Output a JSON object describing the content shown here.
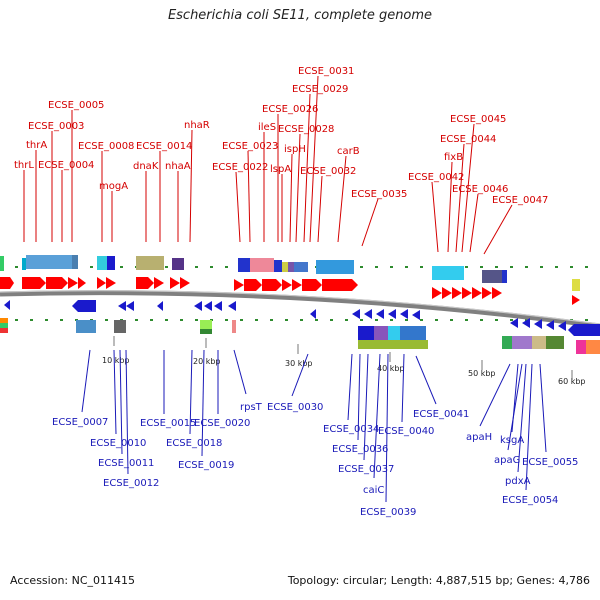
{
  "title": "Escherichia coli SE11, complete genome",
  "footer": {
    "accession": "Accession: NC_011415",
    "summary": "Topology: circular; Length: 4,887,515 bp; Genes: 4,786"
  },
  "colors": {
    "forward": "#ff0000",
    "reverse": "#1a1acc",
    "backbone": "#888888",
    "label_top": "#d40000",
    "label_bottom": "#1a1ab8"
  },
  "scale_ticks": [
    "10 kbp",
    "20 kbp",
    "30 kbp",
    "40 kbp",
    "50 kbp",
    "60 kbp"
  ],
  "top_labels": [
    "thrL",
    "thrA",
    "ECSE_0003",
    "ECSE_0004",
    "ECSE_0005",
    "ECSE_0008",
    "mogA",
    "dnaK",
    "ECSE_0014",
    "nhaA",
    "nhaR",
    "ECSE_0022",
    "ECSE_0023",
    "ileS",
    "ECSE_0026",
    "lspA",
    "ispH",
    "ECSE_0028",
    "ECSE_0029",
    "ECSE_0031",
    "ECSE_0032",
    "carB",
    "ECSE_0035",
    "ECSE_0042",
    "fixB",
    "ECSE_0044",
    "ECSE_0045",
    "ECSE_0046",
    "ECSE_0047"
  ],
  "bottom_labels": [
    "ECSE_0007",
    "ECSE_0010",
    "ECSE_0011",
    "ECSE_0012",
    "ECSE_0015",
    "ECSE_0018",
    "ECSE_0019",
    "ECSE_0020",
    "rpsT",
    "ECSE_0030",
    "ECSE_0034",
    "ECSE_0036",
    "ECSE_0037",
    "caiC",
    "ECSE_0039",
    "ECSE_0040",
    "ECSE_0041",
    "apaH",
    "ksgA",
    "apaG",
    "pdxA",
    "ECSE_0054",
    "ECSE_0055"
  ]
}
